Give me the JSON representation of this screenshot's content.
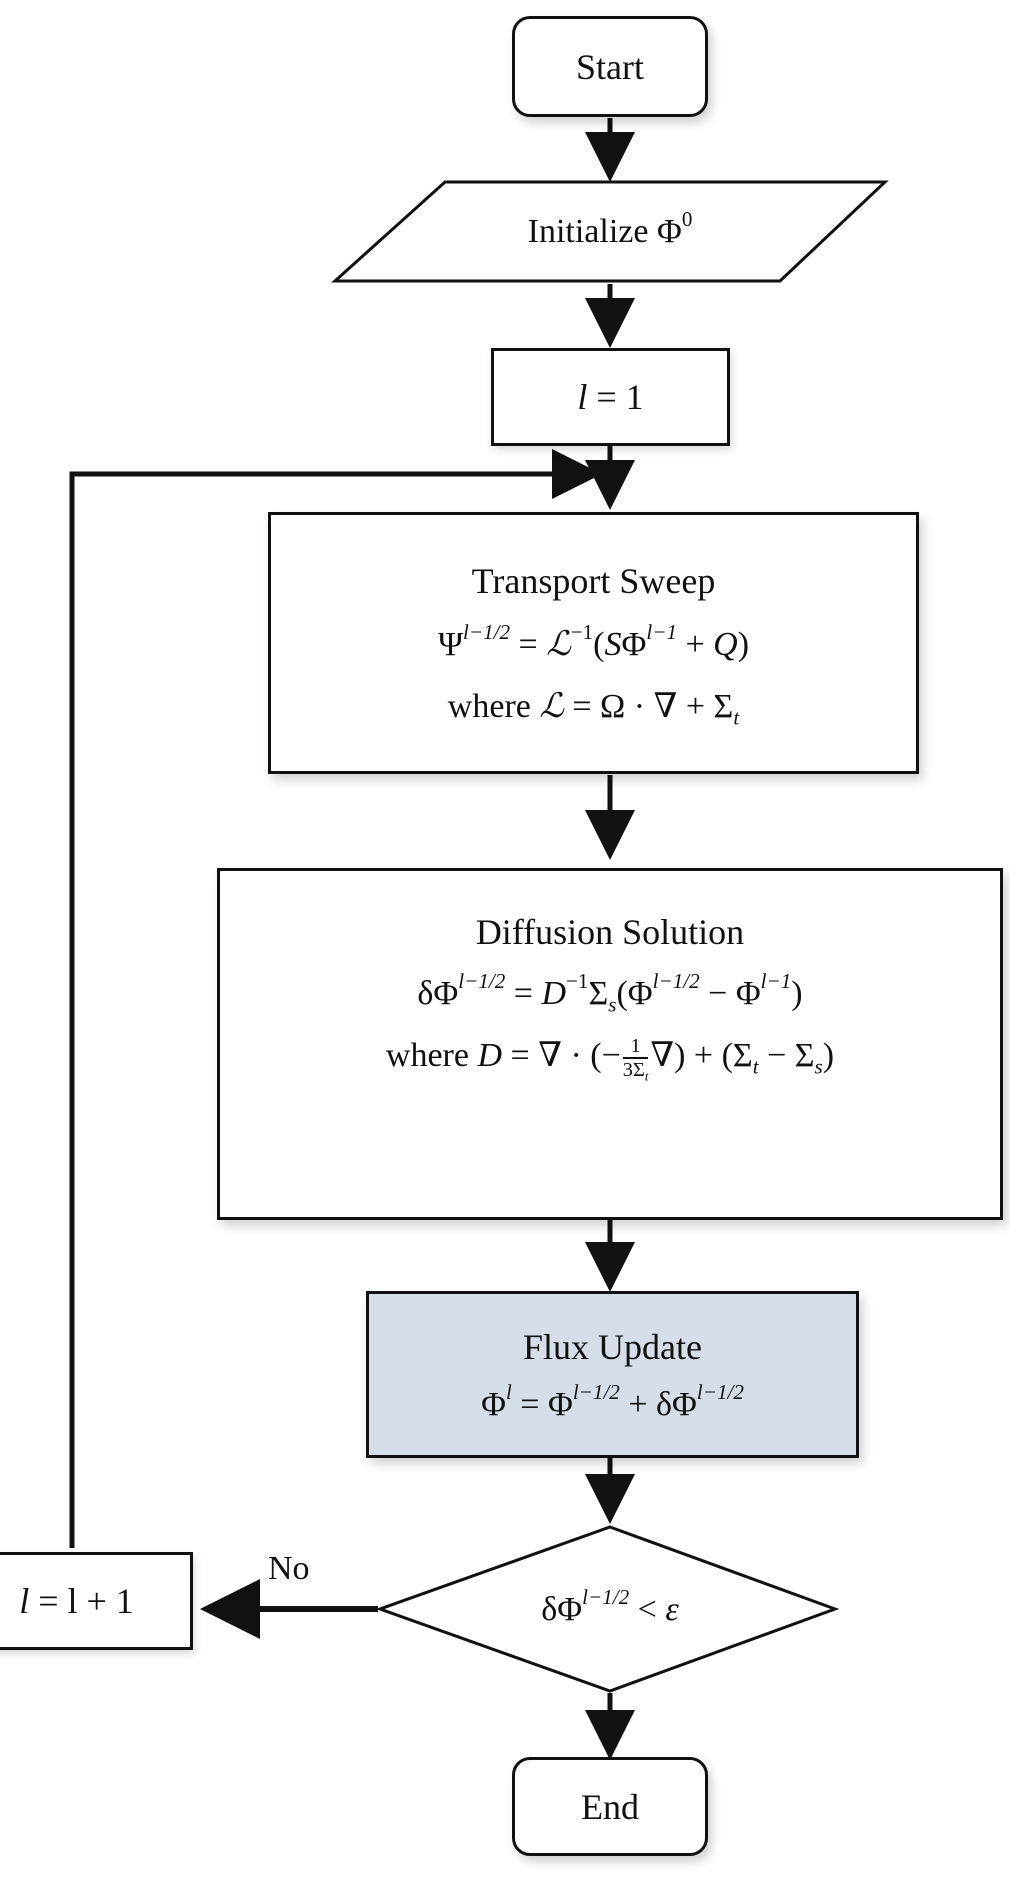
{
  "diagram": {
    "type": "flowchart",
    "nodes": {
      "start": {
        "label": "Start",
        "shape": "rounded-rectangle"
      },
      "initialize": {
        "label": "Initialize Φ⁰",
        "shape": "parallelogram"
      },
      "init_l": {
        "label": "l = 1",
        "shape": "rectangle"
      },
      "transport": {
        "title": "Transport Sweep",
        "equation": "Ψ^{l−1/2} = ℒ^{−1}(SΦ^{l−1} + Q)",
        "where": "where ℒ = Ω · ∇ + Σ_t",
        "shape": "rectangle"
      },
      "diffusion": {
        "title": "Diffusion Solution",
        "equation": "δΦ^{l−1/2} = D^{−1}Σ_s(Φ^{l−1/2} − Φ^{l−1})",
        "where": "where D = ∇ · (−(1/3Σ_t)∇) + (Σ_t − Σ_s)",
        "shape": "rectangle"
      },
      "flux_update": {
        "title": "Flux Update",
        "equation": "Φ^l = Φ^{l−1/2} + δΦ^{l−1/2}",
        "shape": "rectangle",
        "fill": "#d5dde8"
      },
      "decision": {
        "label": "δΦ^{l−1/2} < ε",
        "shape": "diamond"
      },
      "increment": {
        "label": "l = l + 1",
        "shape": "rectangle"
      },
      "end": {
        "label": "End",
        "shape": "rounded-rectangle"
      }
    },
    "edges": [
      {
        "from": "start",
        "to": "initialize"
      },
      {
        "from": "initialize",
        "to": "init_l"
      },
      {
        "from": "init_l",
        "to": "transport"
      },
      {
        "from": "transport",
        "to": "diffusion"
      },
      {
        "from": "diffusion",
        "to": "flux_update"
      },
      {
        "from": "flux_update",
        "to": "decision"
      },
      {
        "from": "decision",
        "to": "increment",
        "label": "No"
      },
      {
        "from": "increment",
        "to": "transport",
        "label": ""
      },
      {
        "from": "decision",
        "to": "end",
        "label": ""
      }
    ],
    "text": {
      "start": "Start",
      "initialize_word": "Initialize",
      "phi": "Φ",
      "zero": "0",
      "l": "l",
      "eq_one": "= 1",
      "transport_title": "Transport Sweep",
      "diffusion_title": "Diffusion Solution",
      "flux_title": "Flux Update",
      "no": "No",
      "end": "End",
      "increment_rhs": "= l + 1",
      "where": "where"
    },
    "colors": {
      "stroke": "#111111",
      "flux_fill": "#d5dde8",
      "background": "#ffffff"
    }
  }
}
